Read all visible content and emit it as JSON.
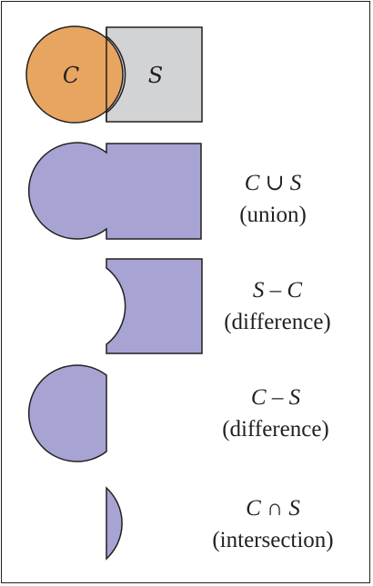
{
  "colors": {
    "circle_fill": "#e7a560",
    "square_fill": "#d2d3d5",
    "result_fill": "#a7a4d3",
    "stroke": "#231f20"
  },
  "inputs": {
    "circle_label": "C",
    "square_label": "S"
  },
  "operations": [
    {
      "id": "union",
      "expression": "C ∪ S",
      "name": "(union)"
    },
    {
      "id": "difference-s-c",
      "expression": "S – C",
      "name": "(difference)"
    },
    {
      "id": "difference-c-s",
      "expression": "C – S",
      "name": "(difference)"
    },
    {
      "id": "intersection",
      "expression": "C ∩ S",
      "name": "(intersection)"
    }
  ]
}
